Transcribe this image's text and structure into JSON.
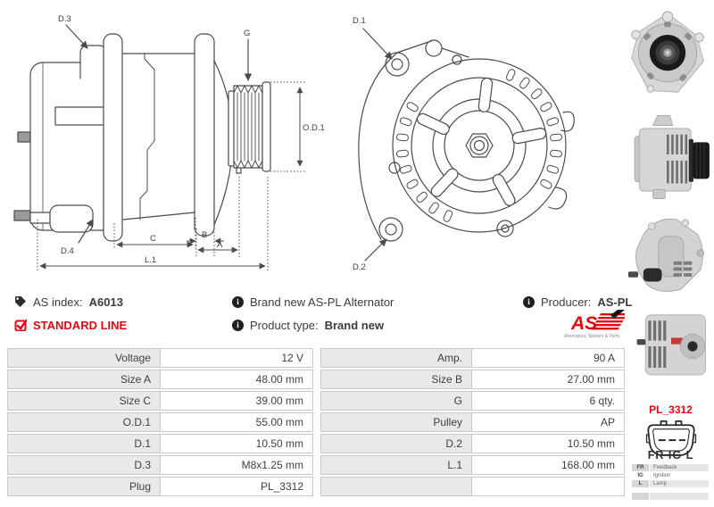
{
  "drawing_side": {
    "labels": {
      "d3": "D.3",
      "d4": "D.4",
      "g": "G",
      "od1": "O.D.1",
      "c": "C",
      "b": "B",
      "a": "A",
      "l1": "L.1"
    }
  },
  "drawing_front": {
    "labels": {
      "d1": "D.1",
      "d2": "D.2"
    }
  },
  "icons": {
    "as_index": "tag-icon",
    "standard_line": "checkbox-checked-icon",
    "details": "info-icon",
    "info_glyph": "i"
  },
  "info": {
    "as_index": {
      "label": "AS index:",
      "value": "A6013"
    },
    "line_badge": "STANDARD LINE",
    "brand_new_text": "Brand new AS-PL Alternator",
    "product_type": {
      "label": "Product type:",
      "value": "Brand new"
    },
    "producer": {
      "label": "Producer:",
      "value": "AS-PL"
    },
    "logo": {
      "text": "AS",
      "tagline": "Alternators, Starters & Parts"
    }
  },
  "specs": {
    "rows": [
      {
        "l1": "Voltage",
        "v1": "12 V",
        "l2": "Amp.",
        "v2": "90 A"
      },
      {
        "l1": "Size A",
        "v1": "48.00 mm",
        "l2": "Size B",
        "v2": "27.00 mm"
      },
      {
        "l1": "Size C",
        "v1": "39.00 mm",
        "l2": "G",
        "v2": "6 qty."
      },
      {
        "l1": "O.D.1",
        "v1": "55.00 mm",
        "l2": "Pulley",
        "v2": "AP"
      },
      {
        "l1": "D.1",
        "v1": "10.50 mm",
        "l2": "D.2",
        "v2": "10.50 mm"
      },
      {
        "l1": "D.3",
        "v1": "M8x1.25 mm",
        "l2": "L.1",
        "v2": "168.00 mm"
      },
      {
        "l1": "Plug",
        "v1": "PL_3312",
        "l2": "",
        "v2": ""
      }
    ]
  },
  "plug_panel": {
    "code": "PL_3312",
    "pins": "FR IG L",
    "legend": [
      {
        "pin": "FR",
        "desc": "Feedback"
      },
      {
        "pin": "IG",
        "desc": "Ignition"
      },
      {
        "pin": "L",
        "desc": "Lamp"
      }
    ]
  },
  "colors": {
    "accent_red": "#e30613",
    "text_dark": "#3c3c3c",
    "table_label_bg": "#e9e9e9",
    "table_border": "#c9c9c9",
    "drawing_line": "#4b4b4b"
  }
}
